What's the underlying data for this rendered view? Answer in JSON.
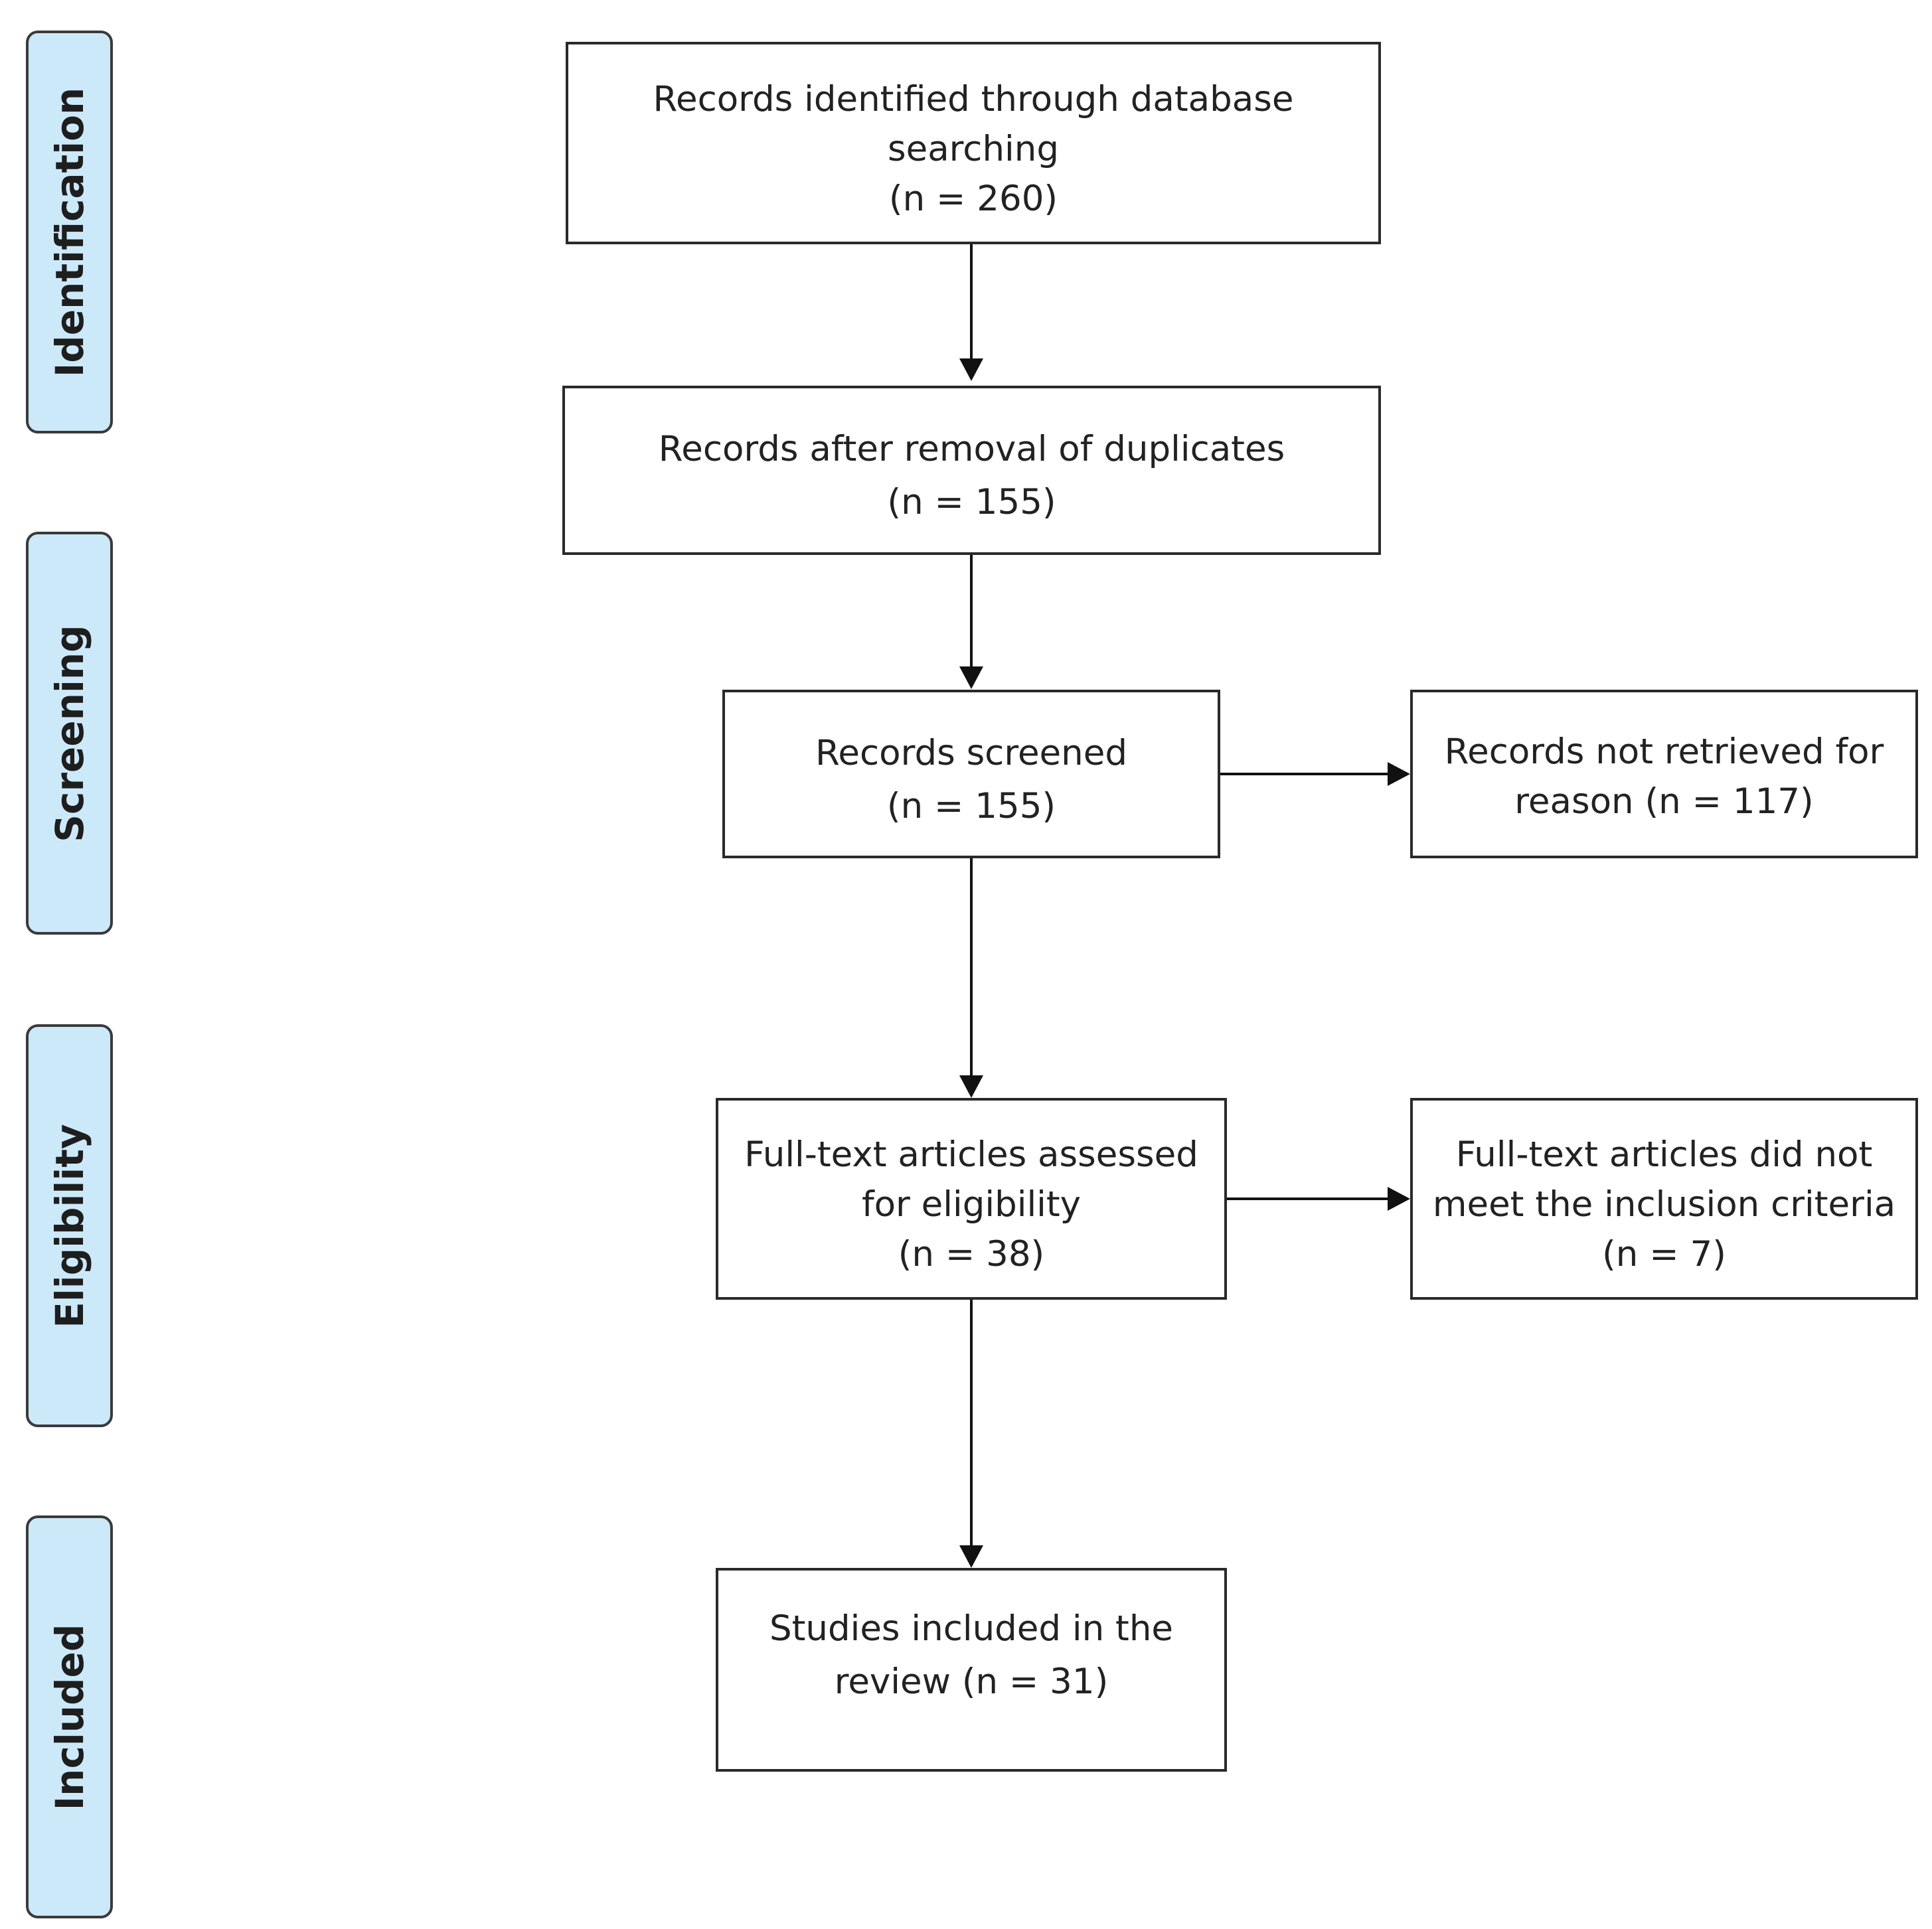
{
  "phases": {
    "identification": "Identification",
    "screening": "Screening",
    "eligibility": "Eligibility",
    "included": "Included"
  },
  "boxes": {
    "identified": {
      "line1": "Records identified through database",
      "line2": "searching",
      "line3": "(n = 260)"
    },
    "after_duplicates": {
      "line1": "Records after removal of duplicates",
      "line2": "(n = 155)"
    },
    "screened": {
      "line1": "Records screened",
      "line2": "(n = 155)"
    },
    "not_retrieved": {
      "line1": "Records not retrieved for",
      "line2": "reason (n = 117)"
    },
    "assessed": {
      "line1": "Full-text articles assessed",
      "line2": "for eligibility",
      "line3": "(n = 38)"
    },
    "excluded": {
      "line1": "Full-text articles did not",
      "line2": "meet the inclusion criteria",
      "line3": "(n = 7)"
    },
    "included": {
      "line1": "Studies included in the",
      "line2": "review (n = 31)"
    }
  }
}
